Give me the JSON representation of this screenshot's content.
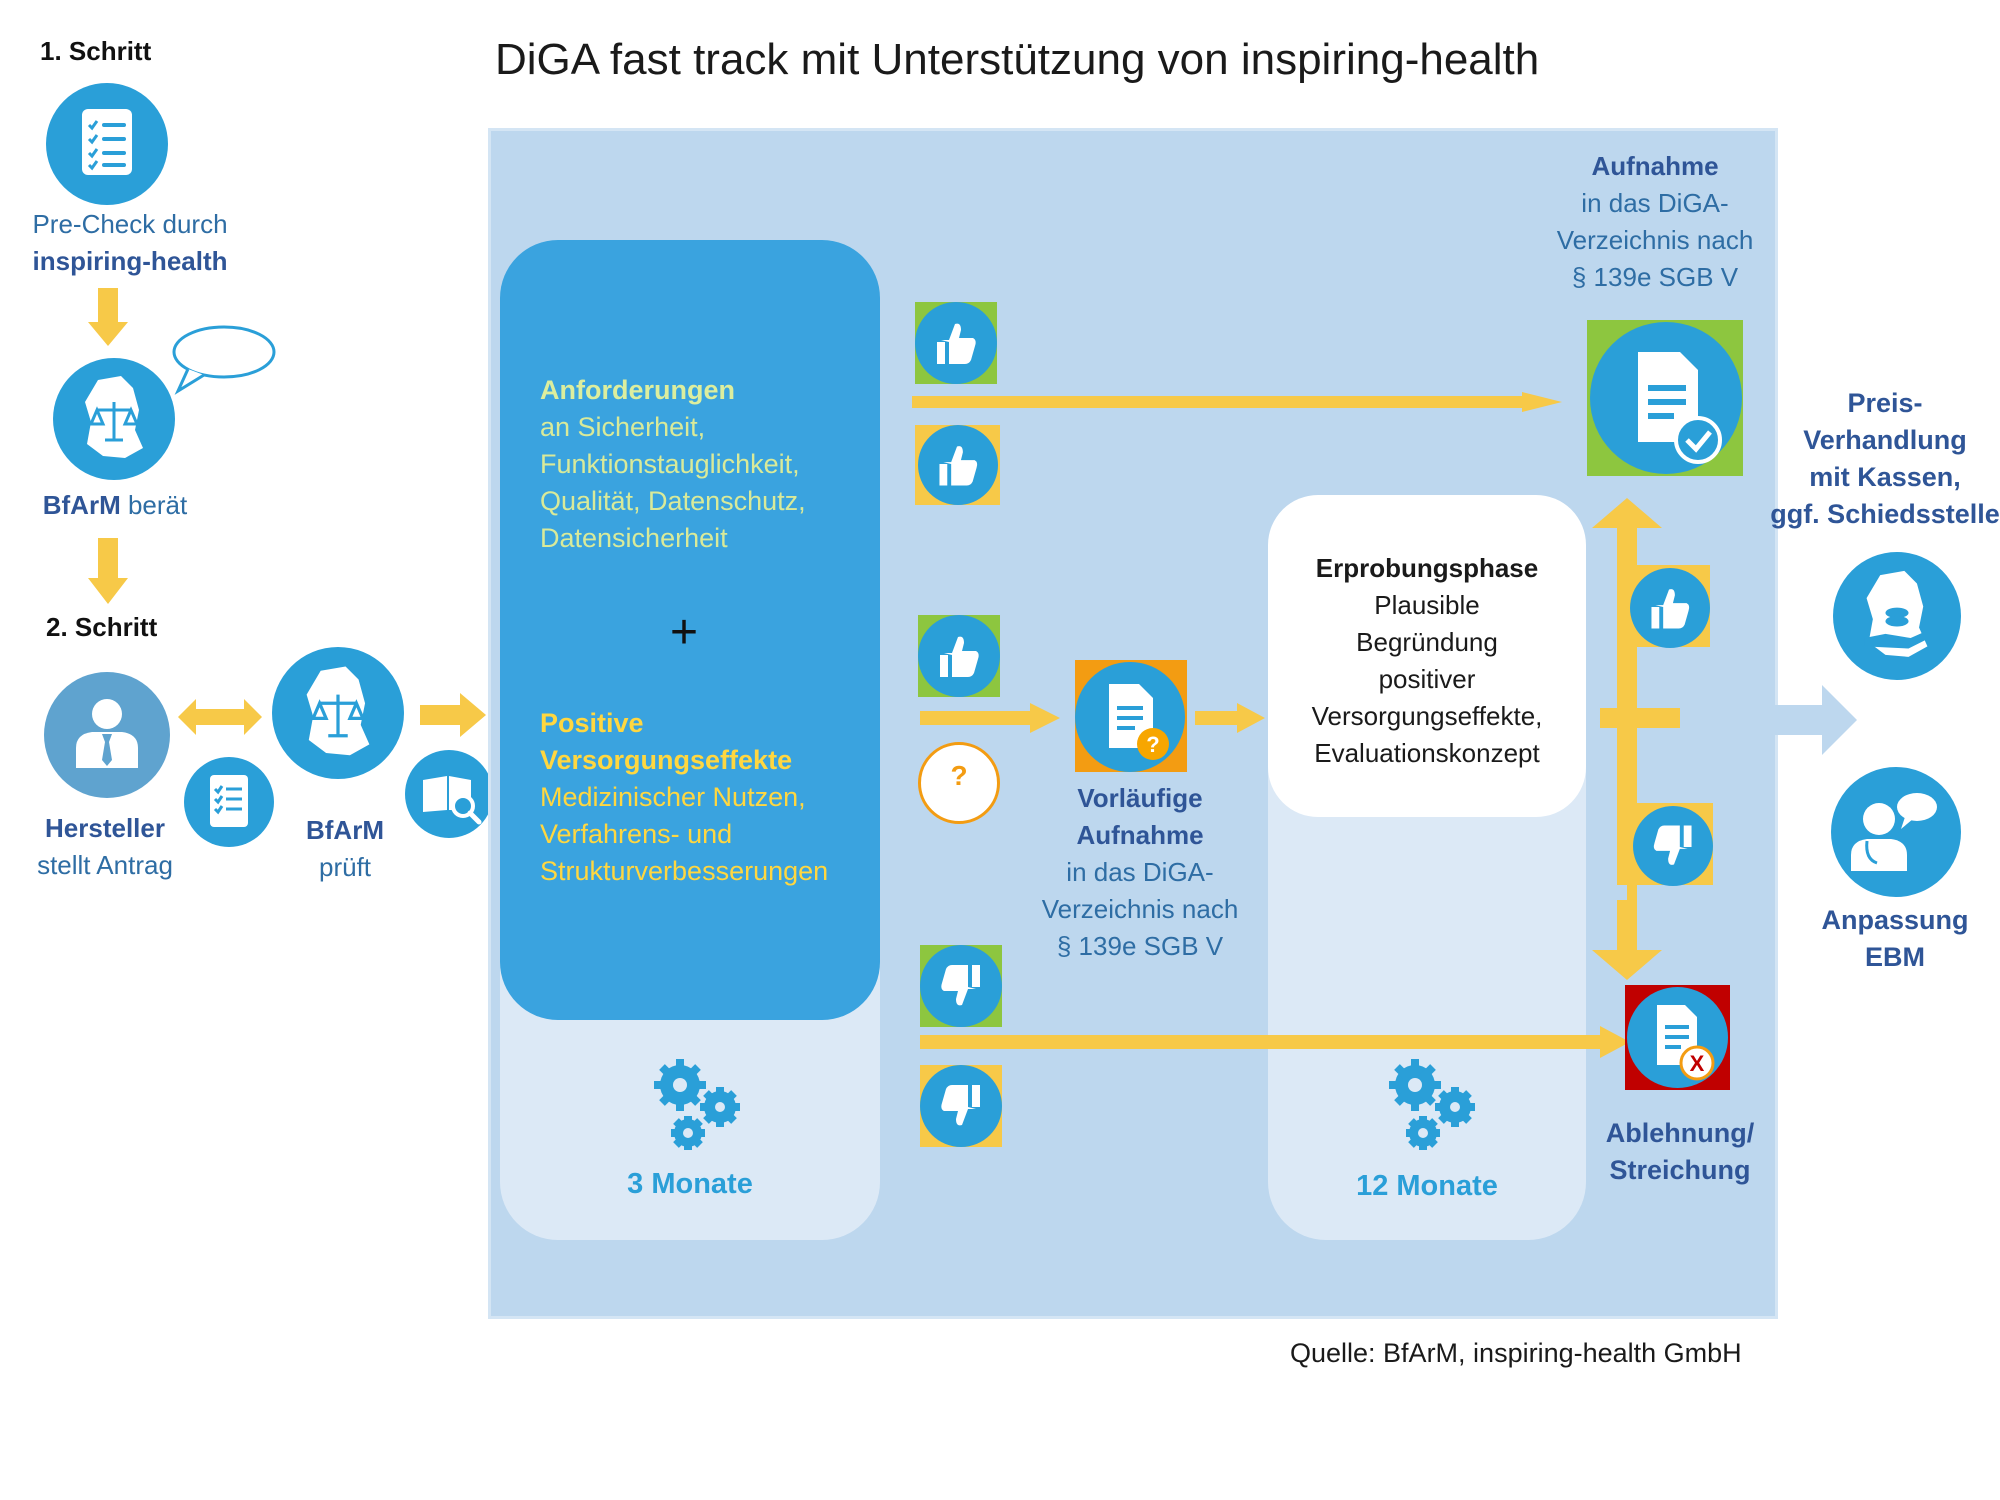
{
  "title": "DiGA fast track mit Unterstützung von inspiring-health",
  "step1": {
    "label": "1. Schritt",
    "precheck_line1": "Pre-Check durch",
    "precheck_line2": "inspiring-health",
    "bfarm_bold": "BfArM",
    "bfarm_rest": " berät"
  },
  "step2": {
    "label": "2. Schritt",
    "hersteller_line1": "Hersteller",
    "hersteller_line2": "stellt Antrag",
    "bfarm_line1": "BfArM",
    "bfarm_line2": "prüft"
  },
  "requirements": {
    "heading": "Anforderungen",
    "lines": [
      "an Sicherheit,",
      "Funktionstauglichkeit,",
      "Qualität, Datenschutz,",
      "Datensicherheit"
    ],
    "plus": "+",
    "pos_heading_1": "Positive",
    "pos_heading_2": "Versorgungseffekte",
    "pos_lines": [
      "Medizinischer Nutzen,",
      "Verfahrens- und",
      "Strukturverbesserungen"
    ]
  },
  "duration_1": "3 Monate",
  "duration_2": "12 Monate",
  "aufnahme": {
    "bold": "Aufnahme",
    "lines": [
      "in das DiGA-",
      "Verzeichnis nach",
      "§ 139e SGB V"
    ]
  },
  "vorlaeufig": {
    "bold_1": "Vorläufige",
    "bold_2": "Aufnahme",
    "lines": [
      "in das DiGA-",
      "Verzeichnis nach",
      "§ 139e SGB V"
    ]
  },
  "erprobung": {
    "bold": "Erprobungsphase",
    "lines": [
      "Plausible",
      "Begründung",
      "positiver",
      "Versorgungseffekte,",
      "Evaluationskonzept"
    ]
  },
  "ablehnung": {
    "line1": "Ablehnung/",
    "line2": "Streichung"
  },
  "preis": {
    "lines": [
      "Preis-",
      "Verhandlung",
      "mit Kassen,",
      "ggf. Schiedsstelle"
    ]
  },
  "ebm": {
    "line1": "Anpassung",
    "line2": "EBM"
  },
  "question_mark": "?",
  "source": "Quelle: BfArM, inspiring-health GmbH",
  "colors": {
    "icon_blue": "#2a9fd8",
    "panel": "#bdd7ee",
    "arrow_yellow": "#f7c948",
    "green": "#8dc63f",
    "orange": "#f39c12",
    "red": "#c00000"
  }
}
